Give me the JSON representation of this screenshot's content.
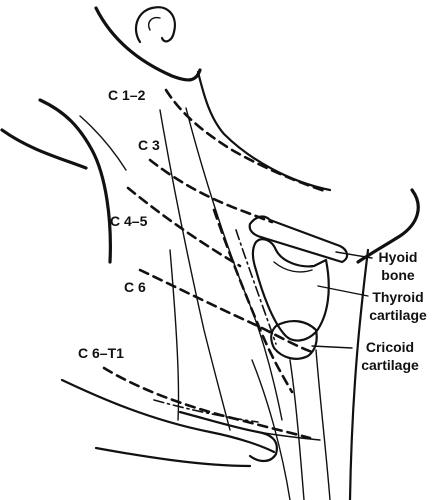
{
  "levels": {
    "c1_2": "C 1–2",
    "c3": "C 3",
    "c4_5": "C 4–5",
    "c6": "C 6",
    "c6_t1": "C 6–T1"
  },
  "structures": {
    "hyoid": [
      "Hyoid",
      "bone"
    ],
    "thyroid": [
      "Thyroid",
      "cartilage"
    ],
    "cricoid": [
      "Cricoid",
      "cartilage"
    ]
  }
}
